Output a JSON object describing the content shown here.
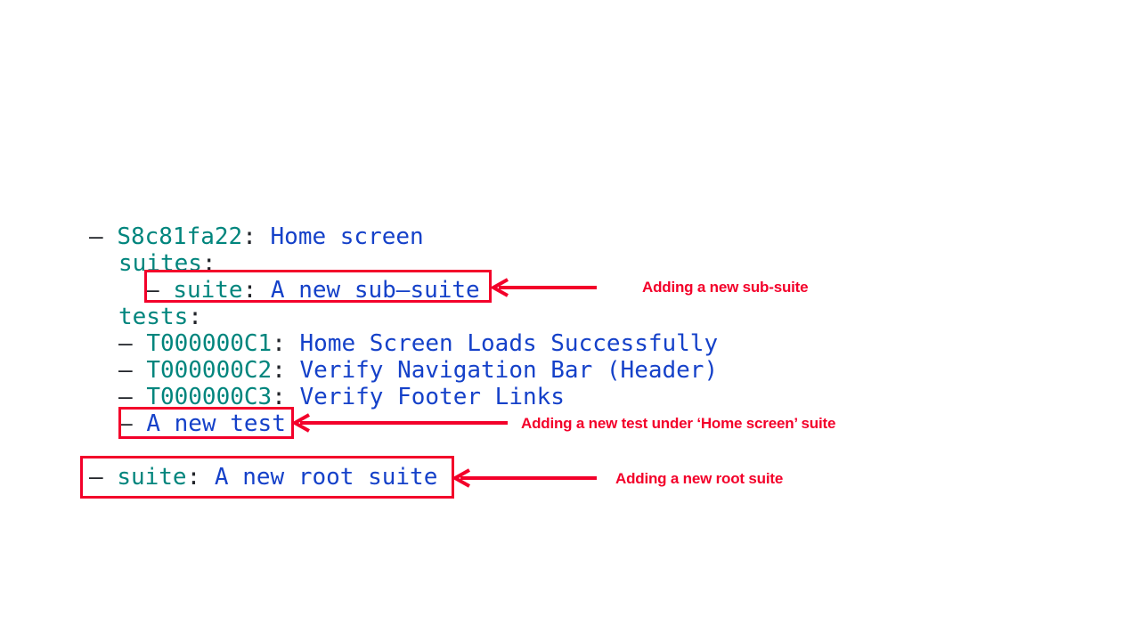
{
  "theme": {
    "background": "#ffffff",
    "key_color": "#00857D",
    "value_color": "#1541C9",
    "punct_color": "#22252A",
    "accent_red": "#F3002A"
  },
  "tree": {
    "root_suite": {
      "bullet": "–",
      "id": "S8c81fa22",
      "separator": ":",
      "title": "Home screen"
    },
    "suites_label": {
      "key": "suites",
      "separator": ":"
    },
    "sub_suite": {
      "bullet": "–",
      "key": "suite",
      "separator": ":",
      "title": "A new sub–suite"
    },
    "tests_label": {
      "key": "tests",
      "separator": ":"
    },
    "tests": [
      {
        "bullet": "–",
        "id": "T000000C1",
        "separator": ":",
        "title": "Home Screen Loads Successfully"
      },
      {
        "bullet": "–",
        "id": "T000000C2",
        "separator": ":",
        "title": "Verify Navigation Bar (Header)"
      },
      {
        "bullet": "–",
        "id": "T000000C3",
        "separator": ":",
        "title": "Verify Footer Links"
      }
    ],
    "new_test": {
      "bullet": "–",
      "title": "A new test"
    },
    "new_root_suite": {
      "bullet": "–",
      "key": "suite",
      "separator": ":",
      "title": "A new root suite"
    }
  },
  "annotations": [
    {
      "id": "sub-suite",
      "text": "Adding a new sub-suite",
      "arrow": "left-arrow-icon"
    },
    {
      "id": "new-test",
      "text": "Adding a new test under ‘Home screen’ suite",
      "arrow": "left-arrow-icon"
    },
    {
      "id": "new-root-suite",
      "text": "Adding a new root suite",
      "arrow": "left-arrow-icon"
    }
  ]
}
